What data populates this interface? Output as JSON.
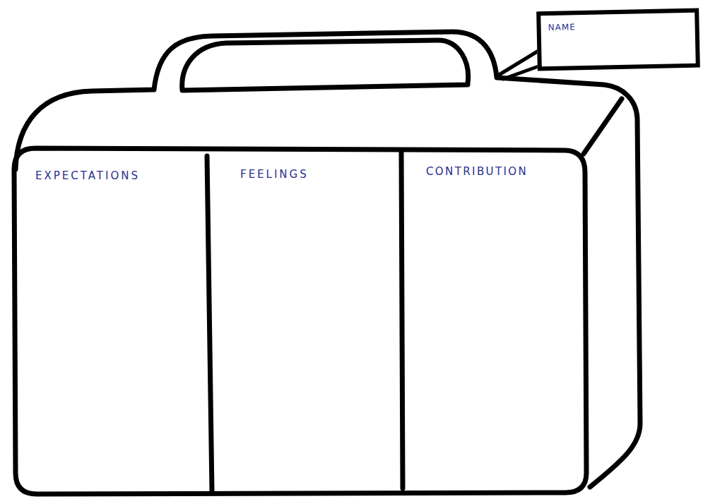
{
  "diagram": {
    "nodes": [
      {
        "text": [
          "NAME"
        ]
      },
      {
        "text": [
          "EXPECTATIONS"
        ]
      },
      {
        "text": [
          "FEELINGS"
        ]
      },
      {
        "text": [
          "CONTRIBUTION"
        ]
      }
    ]
  }
}
